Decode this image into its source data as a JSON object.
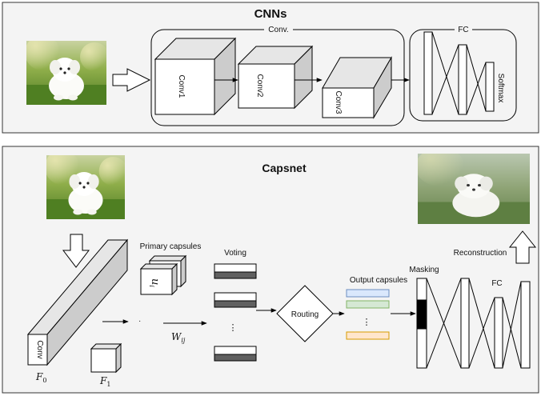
{
  "cnn": {
    "title": "CNNs",
    "conv_group_label": "Conv.",
    "fc_group_label": "FC",
    "layers": [
      "Conv1",
      "Conv2",
      "Conv3"
    ],
    "softmax_label": "Softmax"
  },
  "capsnet": {
    "title": "Capsnet",
    "conv_label": "Conv",
    "f0_label": "F",
    "f0_sub": "0",
    "f1_label": "F",
    "f1_sub": "1",
    "primary_caps_label": "Primary capsules",
    "u_label": "u",
    "u_sub": "i",
    "w_label": "W",
    "w_sub": "ij",
    "voting_label": "Voting",
    "routing_label": "Routing",
    "output_caps_label": "Output capsules",
    "masking_label": "Masking",
    "fc_label": "FC",
    "reconstruction_label": "Reconstruction",
    "dots": "⋮",
    "small_dot": "·"
  },
  "colors": {
    "panel_bg": "#f4f4f4",
    "cube_face": "#ffffff",
    "cube_top": "#e6e6e6",
    "cube_side": "#cccccc",
    "vote_bar": "#606060",
    "caps_blue": "#dae8fc",
    "caps_blue_border": "#6c8ebf",
    "caps_green": "#d5e8d4",
    "caps_green_border": "#82b366",
    "caps_orange": "#ffe6cc",
    "caps_orange_border": "#d79b00"
  }
}
